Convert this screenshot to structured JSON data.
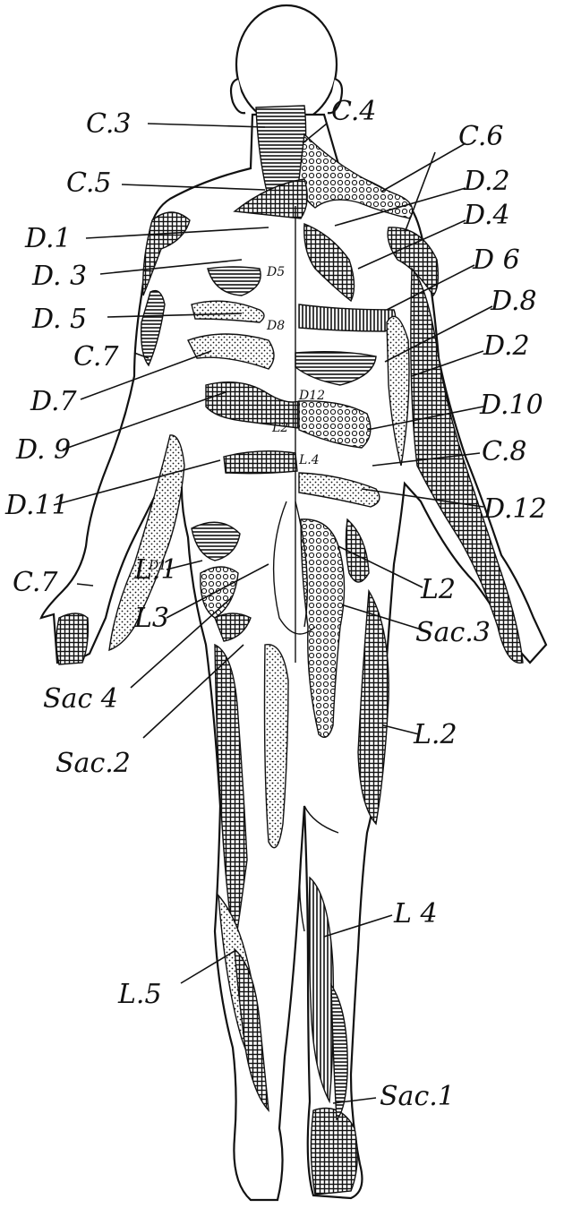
{
  "labels": {
    "c3": "C.3",
    "c4": "C.4",
    "c5": "C.5",
    "c6": "C.6",
    "c7_left": "C.7",
    "c7_hand": "C.7",
    "c8": "C.8",
    "d1": "D.1",
    "d2_top": "D.2",
    "d2_right": "D.2",
    "d3": "D. 3",
    "d4": "D.4",
    "d5": "D. 5",
    "d6": "D 6",
    "d7": "D.7",
    "d8": "D.8",
    "d9": "D. 9",
    "d10": "D.10",
    "d11": "D.11",
    "d12": "D.12",
    "l1": "L.1",
    "l2_hip": "L2",
    "l2_leg": "L.2",
    "l3": "L3",
    "l4": "L 4",
    "l5": "L.5",
    "sac1": "Sac.1",
    "sac2": "Sac.2",
    "sac3": "Sac.3",
    "sac4": "Sac 4"
  },
  "inner_labels": {
    "d5_spine": "D5",
    "d8_spine": "D8",
    "d12_spine": "D12",
    "l2_spine": "L2",
    "l4_spine": "L.4",
    "d1_arm": "D1"
  }
}
